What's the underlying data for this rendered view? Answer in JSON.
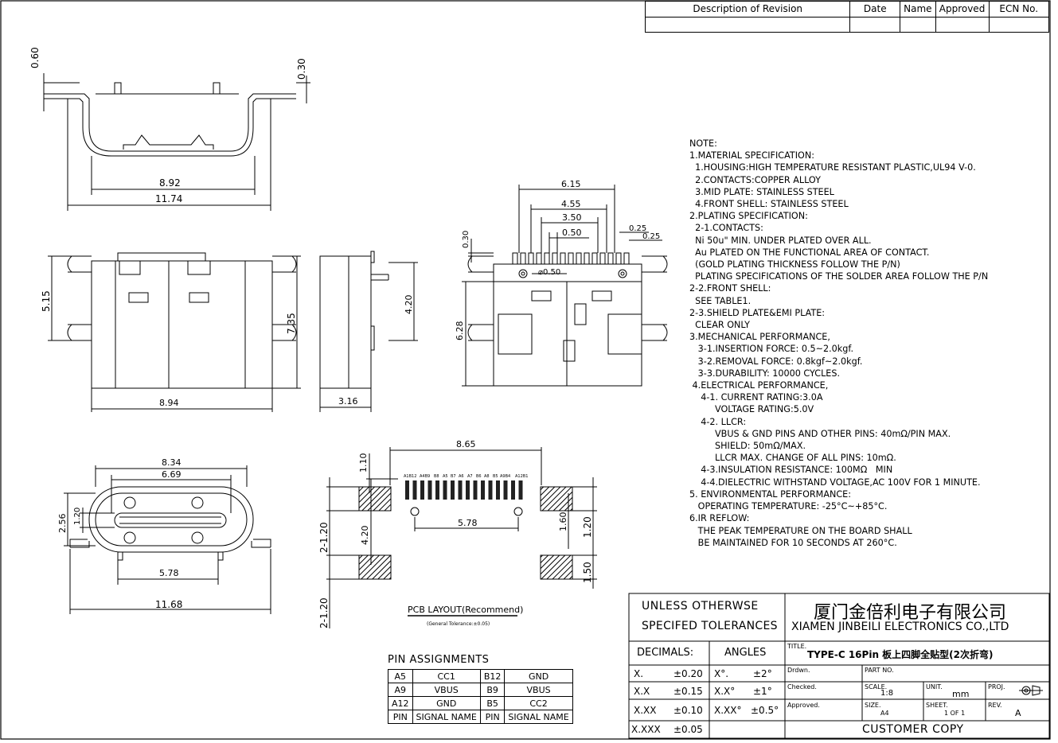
{
  "revision_table": {
    "headers": [
      "Description of Revision",
      "Date",
      "Name",
      "Approved",
      "ECN No."
    ]
  },
  "dimensions": {
    "top_view": [
      "0.60",
      "0.30",
      "8.92",
      "11.74"
    ],
    "front_view": [
      "5.15",
      "7.35",
      "8.94"
    ],
    "side_view": [
      "4.20",
      "3.16"
    ],
    "rear_view": [
      "6.15",
      "4.55",
      "3.50",
      "0.50",
      "0.25",
      "0.25",
      "0.30",
      "⌀0.50",
      "6.28"
    ],
    "mating_view": [
      "8.34",
      "6.69",
      "2.56",
      "1.20",
      "5.78",
      "11.68"
    ],
    "pcb": [
      "8.65",
      "1.10",
      "2-1.20",
      "4.20",
      "5.78",
      "1.60",
      "1.20",
      "1.50",
      "2-1.20"
    ]
  },
  "pcb_layout": {
    "pin_labels": [
      "A1B12",
      "A4B9",
      "B8",
      "A5",
      "B7",
      "A6",
      "A7",
      "B6",
      "A8",
      "B5",
      "A9B4",
      "A12B1"
    ],
    "caption": "PCB LAYOUT(Recommend)",
    "tolerance": "(General Tolerance:±0.05)"
  },
  "notes": [
    "NOTE:",
    "1.MATERIAL SPECIFICATION:",
    "  1.HOUSING:HIGH TEMPERATURE RESISTANT PLASTIC,UL94 V-0.",
    "  2.CONTACTS:COPPER ALLOY",
    "  3.MID PLATE: STAINLESS STEEL",
    "  4.FRONT SHELL: STAINLESS STEEL",
    "2.PLATING SPECIFICATION:",
    "  2-1.CONTACTS:",
    "  Ni 50u\" MIN. UNDER PLATED OVER ALL.",
    "  Au PLATED ON THE FUNCTIONAL AREA OF CONTACT.",
    "  (GOLD PLATING THICKNESS FOLLOW THE P/N)",
    "  PLATING SPECIFICATIONS OF THE SOLDER AREA FOLLOW THE P/N",
    "2-2.FRONT SHELL:",
    "  SEE TABLE1.",
    "2-3.SHIELD PLATE&EMI PLATE:",
    "  CLEAR ONLY",
    "3.MECHANICAL PERFORMANCE,",
    "   3-1.INSERTION FORCE: 0.5~2.0kgf.",
    "   3-2.REMOVAL FORCE: 0.8kgf~2.0kgf.",
    "   3-3.DURABILITY: 10000 CYCLES.",
    " 4.ELECTRICAL PERFORMANCE,",
    "    4-1. CURRENT RATING:3.0A",
    "         VOLTAGE RATING:5.0V",
    "    4-2. LLCR:",
    "         VBUS & GND PINS AND OTHER PINS: 40mΩ/PIN MAX.",
    "         SHIELD: 50mΩ/MAX.",
    "         LLCR MAX. CHANGE OF ALL PINS: 10mΩ.",
    "    4-3.INSULATION RESISTANCE: 100MΩ   MIN",
    "    4-4.DIELECTRIC WITHSTAND VOLTAGE,AC 100V FOR 1 MINUTE.",
    "5. ENVIRONMENTAL PERFORMANCE:",
    "   OPERATING TEMPERATURE: -25°C~+85°C.",
    "6.IR REFLOW:",
    "   THE PEAK TEMPERATURE ON THE BOARD SHALL",
    "   BE MAINTAINED FOR 10 SECONDS AT 260°C."
  ],
  "pin_assignments": {
    "title": "PIN ASSIGNMENTS",
    "rows": [
      [
        "A5",
        "CC1",
        "B12",
        "GND"
      ],
      [
        "A9",
        "VBUS",
        "B9",
        "VBUS"
      ],
      [
        "A12",
        "GND",
        "B5",
        "CC2"
      ],
      [
        "PIN",
        "SIGNAL NAME",
        "PIN",
        "SIGNAL NAME"
      ]
    ]
  },
  "title_block": {
    "tolerance_heading_1": "UNLESS  OTHERWSE",
    "tolerance_heading_2": "SPECIFED  TOLERANCES",
    "company_cn": "厦门金倍利电子有限公司",
    "company_en": "XIAMEN JINBEILI ELECTRONICS CO.,LTD",
    "decimals_label": "DECIMALS:",
    "angles_label": "ANGLES",
    "decimals": [
      [
        "X.",
        "±0.20"
      ],
      [
        "X.X",
        "±0.15"
      ],
      [
        "X.XX",
        "±0.10"
      ],
      [
        "X.XXX",
        "±0.05"
      ]
    ],
    "angles": [
      [
        "X°.",
        "±2°"
      ],
      [
        "X.X°",
        "±1°"
      ],
      [
        "X.XX°",
        "±0.5°"
      ]
    ],
    "title_label": "TITLE.",
    "title_value": "TYPE-C  16Pin  板上四脚全贴型(2次折弯)",
    "drawn_label": "Drdwn.",
    "part_no_label": "PART NO.",
    "checked_label": "Checked.",
    "scale_label": "SCALE.",
    "scale_value": "1:8",
    "unit_label": "UNIT.",
    "unit_value": "mm",
    "proj_label": "PROJ.",
    "approved_label": "Approved.",
    "size_label": "SIZE.",
    "size_value": "A4",
    "sheet_label": "SHEET.",
    "sheet_value": "1  OF  1",
    "rev_label": "REV.",
    "rev_value": "A",
    "customer_copy": "CUSTOMER  COPY"
  }
}
